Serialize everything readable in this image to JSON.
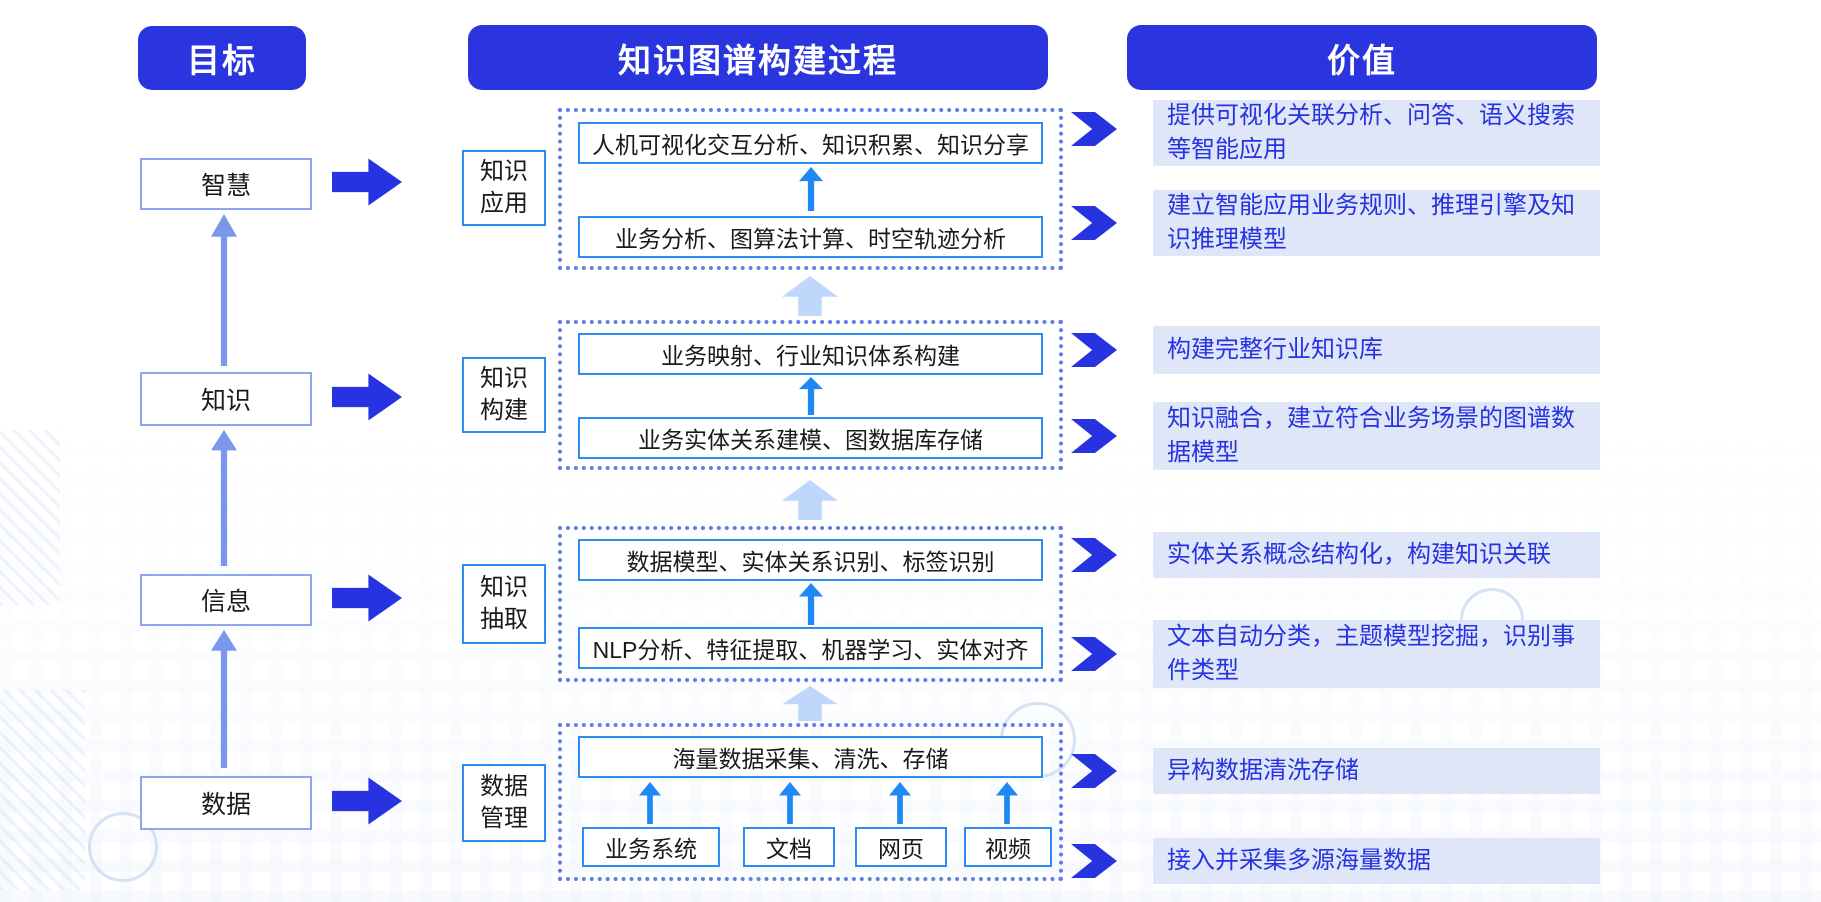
{
  "colors": {
    "header_bg": "#2A35E0",
    "accent_blue": "#2733E0",
    "process_box_border": "#2D8CF0",
    "goal_box_border": "#8CA6F0",
    "dotted_group_border": "#5F7FE8",
    "value_item_bg": "#DEE6F8",
    "small_up_arrow": "#1E88F5",
    "pale_up_arrow": "#BFD7FA",
    "goal_up_arrow": "#7C96EE"
  },
  "headers": {
    "goal": "目标",
    "process": "知识图谱构建过程",
    "value": "价值"
  },
  "goal_column": {
    "items": [
      {
        "label": "智慧"
      },
      {
        "label": "知识"
      },
      {
        "label": "信息"
      },
      {
        "label": "数据"
      }
    ]
  },
  "process_column": {
    "stages": [
      {
        "label": "知识应用",
        "top_box": "人机可视化交互分析、知识积累、知识分享",
        "bottom_box": "业务分析、图算法计算、时空轨迹分析"
      },
      {
        "label": "知识构建",
        "top_box": "业务映射、行业知识体系构建",
        "bottom_box": "业务实体关系建模、图数据库存储"
      },
      {
        "label": "知识抽取",
        "top_box": "数据模型、实体关系识别、标签识别",
        "bottom_box": "NLP分析、特征提取、机器学习、实体对齐"
      },
      {
        "label": "数据管理",
        "top_box": "海量数据采集、清洗、存储",
        "sources": [
          "业务系统",
          "文档",
          "网页",
          "视频"
        ]
      }
    ]
  },
  "value_column": {
    "items": [
      {
        "text": "提供可视化关联分析、问答、语义搜索等智能应用"
      },
      {
        "text": "建立智能应用业务规则、推理引擎及知识推理模型"
      },
      {
        "text": "构建完整行业知识库"
      },
      {
        "text": "知识融合，建立符合业务场景的图谱数据模型"
      },
      {
        "text": "实体关系概念结构化，构建知识关联"
      },
      {
        "text": "文本自动分类，主题模型挖掘，识别事件类型"
      },
      {
        "text": "异构数据清洗存储"
      },
      {
        "text": "接入并采集多源海量数据"
      }
    ]
  }
}
